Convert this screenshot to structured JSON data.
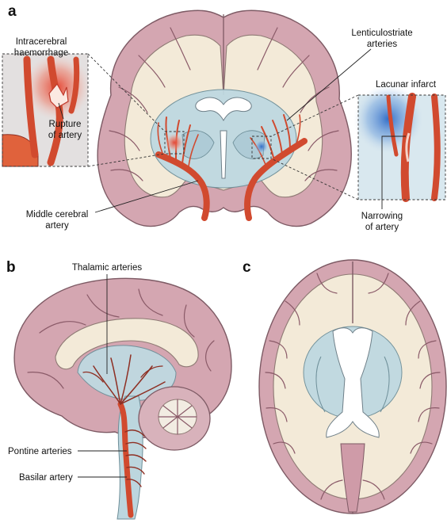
{
  "panels": {
    "a": {
      "letter": "a",
      "labels": {
        "intracerebral_haemorrhage": [
          "Intracerebral",
          "haemorrhage"
        ],
        "lenticulostriate_arteries": [
          "Lenticulostriate",
          "arteries"
        ],
        "lacunar_infarct": "Lacunar infarct",
        "rupture_of_artery": [
          "Rupture",
          "of artery"
        ],
        "middle_cerebral_artery": [
          "Middle cerebral",
          "artery"
        ],
        "narrowing_of_artery": [
          "Narrowing",
          "of artery"
        ]
      }
    },
    "b": {
      "letter": "b",
      "labels": {
        "thalamic_arteries": "Thalamic arteries",
        "pontine_arteries": "Pontine arteries",
        "basilar_artery": "Basilar artery"
      }
    },
    "c": {
      "letter": "c"
    }
  },
  "colors": {
    "cortex": "#d4a6b1",
    "white_matter": "#f3ead8",
    "deep_structures": "#bfd9e1",
    "artery": "#d14a2f",
    "haemorrhage": "#e03a2a",
    "infarct": "#2f6fc9"
  }
}
